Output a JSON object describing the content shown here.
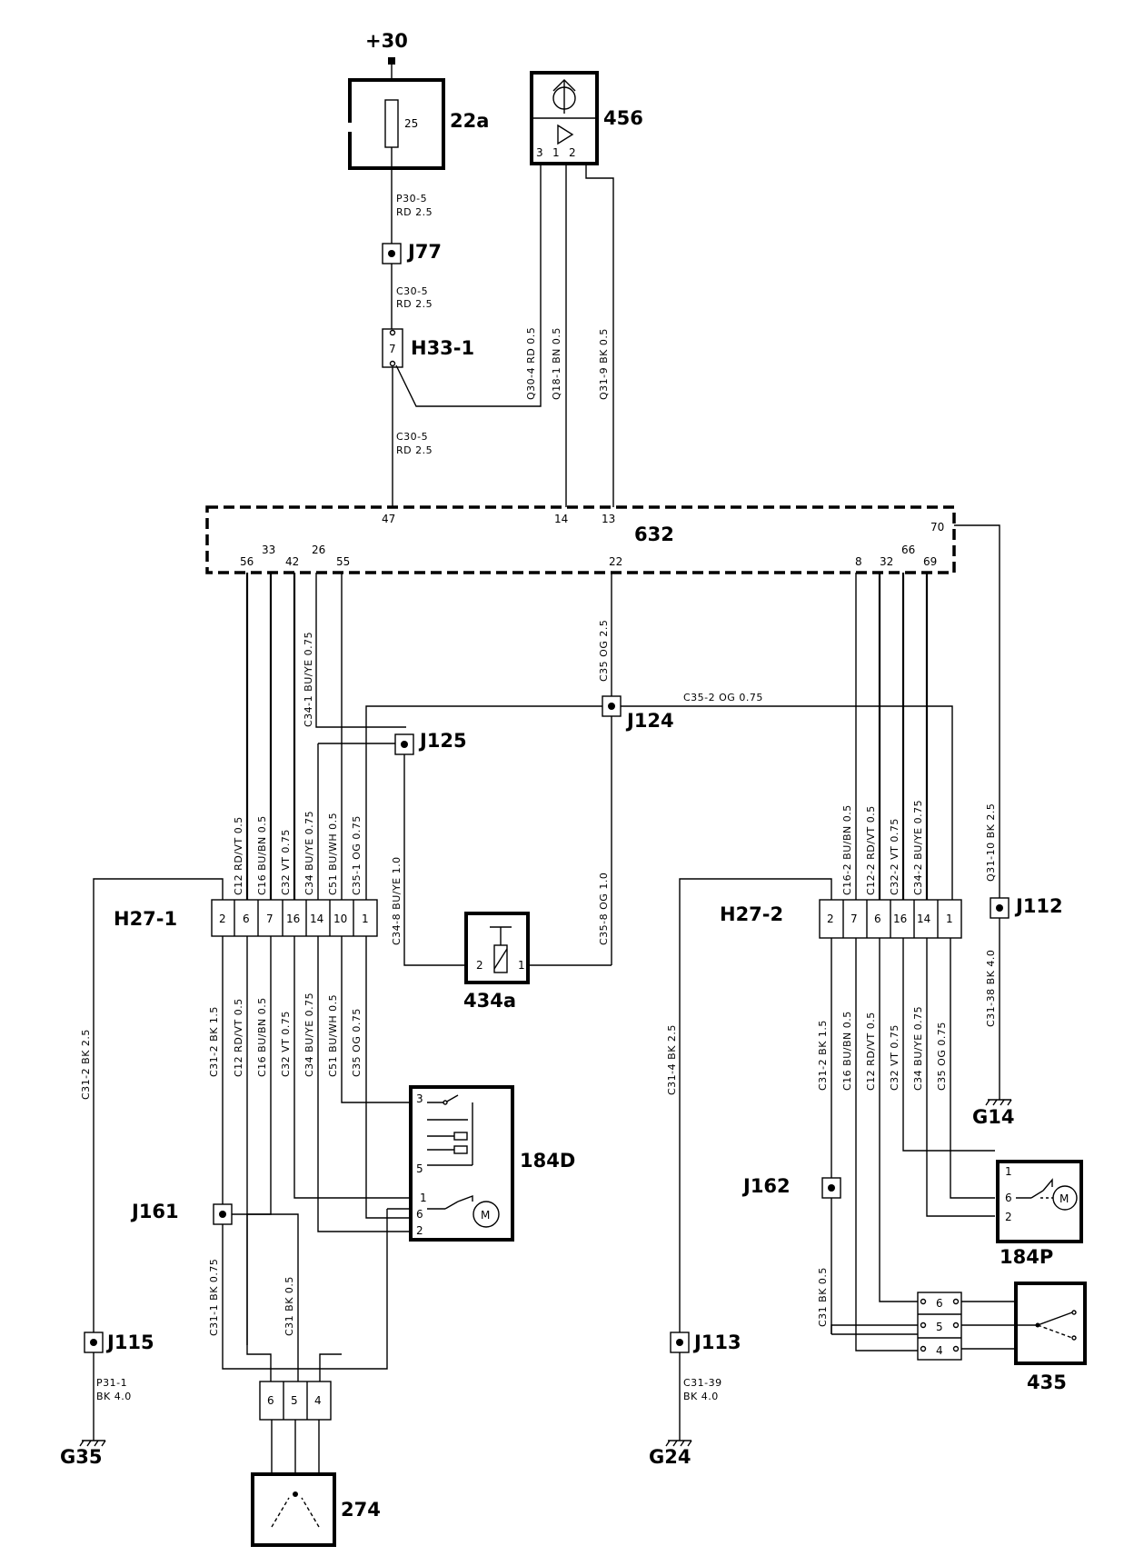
{
  "components": {
    "supply": "+30",
    "fuse": {
      "id": "22a",
      "rating": "25"
    },
    "switch_456": "456",
    "relay_434a": "434a",
    "mirror_184d": "184D",
    "mirror_184p": "184P",
    "switch_274": "274",
    "switch_435": "435",
    "module_632": "632"
  },
  "connectors": {
    "h33": "H33-1",
    "h33_pin": "7",
    "h27_1": "H27-1",
    "h27_1_pins": [
      "2",
      "6",
      "7",
      "16",
      "14",
      "10",
      "1"
    ],
    "h27_2": "H27-2",
    "h27_2_pins": [
      "2",
      "7",
      "6",
      "16",
      "14",
      "1"
    ],
    "c274_pins": [
      "6",
      "5",
      "4"
    ],
    "c435_pins": [
      "6",
      "5",
      "4"
    ]
  },
  "junctions": {
    "j77": "J77",
    "j124": "J124",
    "j125": "J125",
    "j112": "J112",
    "j161": "J161",
    "j162": "J162",
    "j115": "J115",
    "j113": "J113"
  },
  "grounds": {
    "g35": "G35",
    "g24": "G24",
    "g14": "G14"
  },
  "module_pins_top": [
    "47",
    "14",
    "13",
    "70"
  ],
  "module_pins_bottom": [
    "56",
    "33",
    "42",
    "26",
    "55",
    "22",
    "8",
    "32",
    "66",
    "69"
  ],
  "pins_456": [
    "3",
    "1",
    "2"
  ],
  "pins_434a": [
    "2",
    "1"
  ],
  "pins_184d": [
    "3",
    "5",
    "1",
    "6",
    "2"
  ],
  "pins_184p": [
    "1",
    "6",
    "2"
  ],
  "motor": "M",
  "wires": {
    "p30_5": "P30-5",
    "rd25": "RD 2.5",
    "c30_5": "C30-5",
    "q30_4": "Q30-4   RD  0.5",
    "q18_1": "Q18-1   BN  0.5",
    "q31_9": "Q31-9   BK  0.5",
    "c35_og25": "C35  OG 2.5",
    "c34_1": "C34-1   BU/YE 0.75",
    "c35_2": "C35-2   OG 0.75",
    "h1_c12": "C12 RD/VT  0.5",
    "h1_c16": "C16 BU/BN  0.5",
    "h1_c32": "C32 VT 0.75",
    "h1_c34": "C34 BU/YE  0.75",
    "h1_c51": "C51 BU/WH  0.5",
    "h1_c35": "C35-1   OG 0.75",
    "c34_8": "C34-8   BU/YE  1.0",
    "c35_8": "C35-8   OG 1.0",
    "c31_2_left": "C31-2   BK  2.5",
    "l_c31_2": "C31-2   BK  1.5",
    "l_c12": "C12   RD/VT  0.5",
    "l_c16": "C16   BU/BN  0.5",
    "l_c32": "C32   VT  0.75",
    "l_c34": "C34   BU/YE  0.75",
    "l_c51": "C51   BU/WH  0.5",
    "l_c35": "C35   OG 0.75",
    "c31_1": "C31-1   BK  0.75",
    "c31_bk05": "C31   BK  0.5",
    "p31_1": "P31-1",
    "bk40": "BK  4.0",
    "c31_4": "C31-4   BK  2.5",
    "c31_39": "C31-39",
    "r_c16_2": "C16-2   BU/BN  0.5",
    "r_c12_2": "C12-2   RD/VT  0.5",
    "r_c32_2": "C32-2   VT  0.75",
    "r_c34_2": "C34-2   BU/YE  0.75",
    "q31_10": "Q31-10   BK  2.5",
    "rb_c31_2": "C31-2   BK  1.5",
    "rb_c16": "C16 BU/BN 0.5",
    "rb_c12": "C12   RD/VT  0.5",
    "rb_c32": "C32   VT  0.75",
    "rb_c34": "C34 BU/YE 0.75",
    "rb_c35": "C35   OG 0.75",
    "c31_38": "C31-38   BK  4.0",
    "c31_bk05_r": "C31   BK  0.5"
  }
}
